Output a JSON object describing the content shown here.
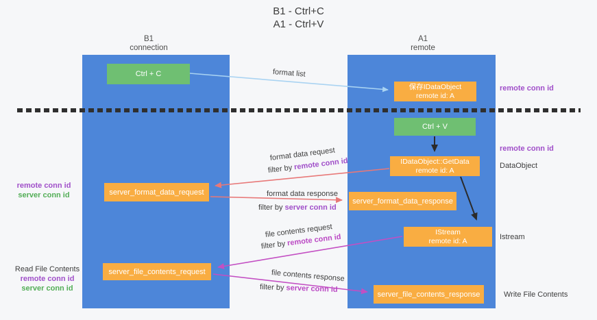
{
  "title": {
    "line1": "B1 - Ctrl+C",
    "line2": "A1 - Ctrl+V"
  },
  "lanes": {
    "b1": {
      "name": "B1",
      "subtitle": "connection"
    },
    "a1": {
      "name": "A1",
      "subtitle": "remote"
    }
  },
  "nodes": {
    "ctrl_c": {
      "label": "Ctrl + C"
    },
    "save_idataobject": {
      "line1": "保存IDataObject",
      "line2": "remote id: A"
    },
    "ctrl_v": {
      "label": "Ctrl + V"
    },
    "getdata": {
      "line1": "IDataObject::GetData",
      "line2": "remote id: A"
    },
    "format_request": {
      "label": "server_format_data_request"
    },
    "format_response": {
      "label": "server_format_data_response"
    },
    "istream": {
      "line1": "IStream",
      "line2": "remote id: A"
    },
    "file_request": {
      "label": "server_file_contents_request"
    },
    "file_response": {
      "label": "server_file_contents_response"
    }
  },
  "flow_labels": {
    "format_list": "format list",
    "format_data_request": "format data request",
    "format_data_response": "format data response",
    "file_contents_request": "file contents request",
    "file_contents_response": "file contents response",
    "filter_by": "filter by",
    "remote_conn_id": "remote conn id",
    "server_conn_id": "server conn id"
  },
  "side_labels": {
    "remote_conn_id": "remote conn id",
    "server_conn_id": "server conn id",
    "data_object": "DataObject",
    "istream": "Istream",
    "read_file_contents": "Read File Contents",
    "write_file_contents": "Write File Contents"
  },
  "colors": {
    "lane_blue": "#4d86d9",
    "node_orange": "#f9ad42",
    "node_green": "#6fbf72",
    "arrow_lightblue": "#a9d3f2",
    "arrow_red": "#e87878",
    "arrow_magenta": "#c34fc3",
    "arrow_black": "#2b2b2b",
    "label_purple": "#a04fc9",
    "label_green": "#53ae57",
    "background": "#f6f7f9"
  }
}
